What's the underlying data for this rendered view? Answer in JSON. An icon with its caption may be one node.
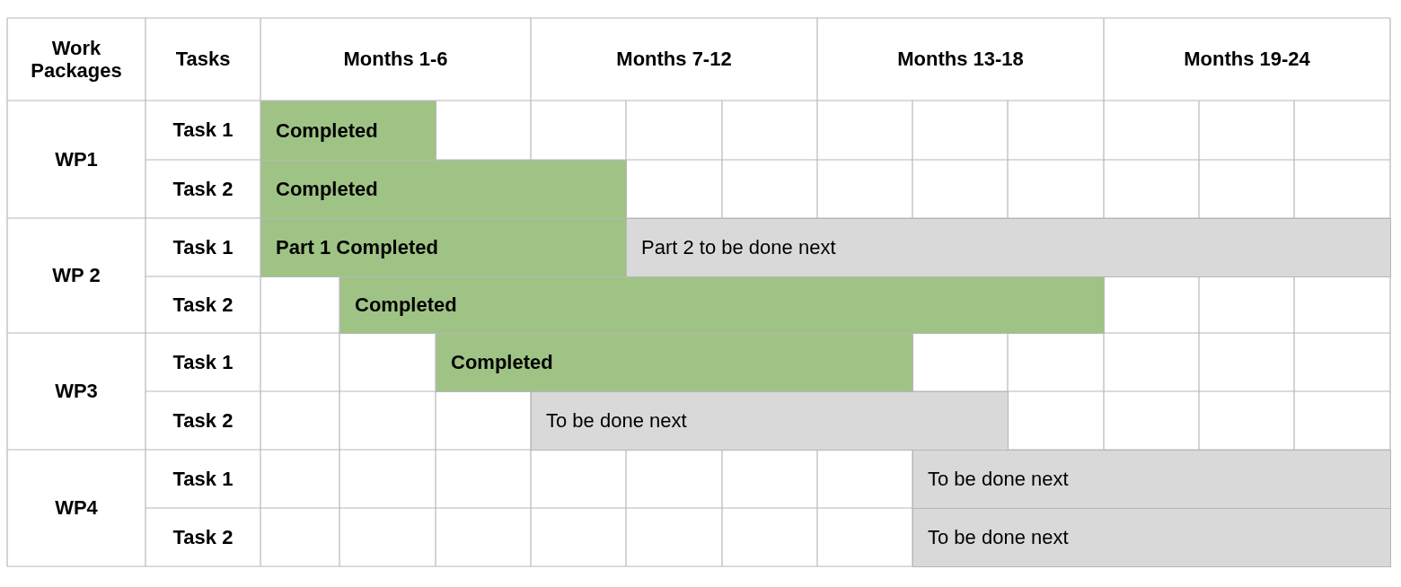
{
  "diagram": {
    "nodes": [
      {
        "text": [
          "Completed"
        ]
      },
      {
        "text": [
          "Completed"
        ]
      },
      {
        "text": [
          "Part 1 Completed"
        ]
      },
      {
        "text": [
          "Part 2 to be done next"
        ]
      },
      {
        "text": [
          "Completed"
        ]
      },
      {
        "text": [
          "Completed"
        ]
      },
      {
        "text": [
          "To be done next"
        ]
      },
      {
        "text": [
          "To be done next"
        ]
      },
      {
        "text": [
          "To be done next"
        ]
      }
    ],
    "labels": [
      "Work Packages",
      "Tasks",
      "Months 1-6",
      "Months 7-12",
      "Months 13-18",
      "Months 19-24",
      "WP1",
      "Task 1",
      "Task 2",
      "WP 2",
      "Task 1",
      "Task 2",
      "WP3",
      "Task 1",
      "Task 2",
      "WP4",
      "Task 1",
      "Task 2"
    ]
  }
}
